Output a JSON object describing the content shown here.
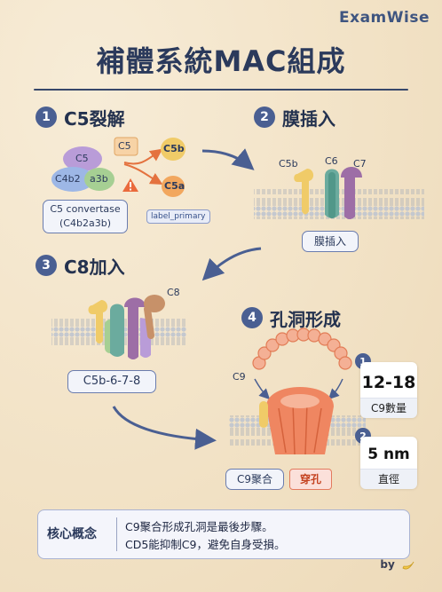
{
  "brand": "ExamWise",
  "title": "補體系統MAC組成",
  "steps": [
    {
      "num": "1",
      "title": "C5裂解"
    },
    {
      "num": "2",
      "title": "膜插入"
    },
    {
      "num": "3",
      "title": "C8加入"
    },
    {
      "num": "4",
      "title": "孔洞形成"
    }
  ],
  "step1": {
    "c5_blob": "C5",
    "c4b2": "C4b2",
    "a3b": "a3b",
    "c5_box": "C5",
    "c5b": "C5b",
    "c5a": "C5a",
    "convertase_line1": "C5 convertase",
    "convertase_line2": "(C4b2a3b)",
    "label_primary": "label_primary"
  },
  "step2": {
    "c5b": "C5b",
    "c6": "C6",
    "c7": "C7",
    "tag": "膜插入"
  },
  "step3": {
    "c8": "C8",
    "box": "C5b-6-7-8"
  },
  "step4": {
    "c9": "C9",
    "c9_polymer": "C9聚合",
    "pore": "穿孔"
  },
  "stats": [
    {
      "num": "1",
      "value": "12-18",
      "caption": "C9數量"
    },
    {
      "num": "2",
      "value": "5 nm",
      "caption": "直徑"
    }
  ],
  "concept": {
    "title": "核心概念",
    "line1": "C9聚合形成孔洞是最後步驟。",
    "line2": "CD5能抑制C9，避免自身受損。"
  },
  "footer": "by",
  "colors": {
    "navy": "#2b3a5c",
    "accent_blue": "#4a5f92",
    "c5_purple": "#b99cd8",
    "c4b2_blue": "#9db7e6",
    "a3b_green": "#a6cf93",
    "c5b_yellow": "#f0cb68",
    "c5a_orange": "#f2a75e",
    "c6_teal": "#6bab9e",
    "c7_mauve": "#9d6ea6",
    "c8_brown": "#c79169",
    "c9_coral": "#ef8661",
    "warning": "#ea6a3c"
  }
}
